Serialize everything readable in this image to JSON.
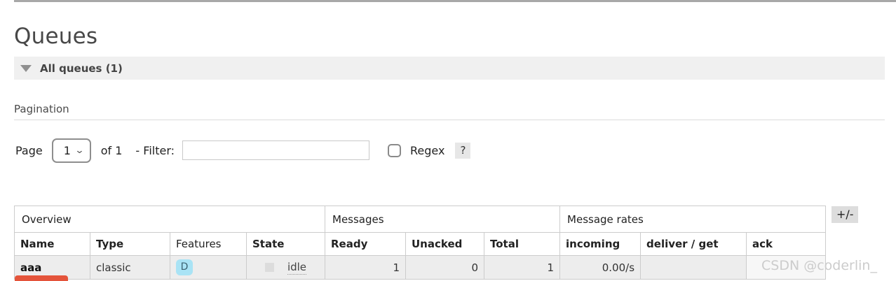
{
  "page": {
    "title": "Queues"
  },
  "section": {
    "label": "All queues (1)",
    "toggle_icon": "triangle-down"
  },
  "pagination": {
    "heading": "Pagination",
    "page_label": "Page",
    "page_value": "1",
    "of_label": "of 1",
    "filter_label": "- Filter:",
    "filter_value": "",
    "regex_label": "Regex",
    "regex_checked": false,
    "help_label": "?"
  },
  "table": {
    "groups": [
      {
        "label": "Overview"
      },
      {
        "label": "Messages"
      },
      {
        "label": "Message rates"
      }
    ],
    "columns": [
      "Name",
      "Type",
      "Features",
      "State",
      "Ready",
      "Unacked",
      "Total",
      "incoming",
      "deliver / get",
      "ack"
    ],
    "rows": [
      {
        "name": "aaa",
        "type": "classic",
        "features_badge": "D",
        "state": "idle",
        "ready": "1",
        "unacked": "0",
        "total": "1",
        "incoming": "0.00/s",
        "deliver_get": "",
        "ack": ""
      }
    ]
  },
  "column_selector": {
    "label": "+/-"
  },
  "watermark": {
    "text": "CSDN @coderlin_"
  },
  "colors": {
    "section_bar_bg": "#f0f0f0",
    "row_bg": "#ededed",
    "feature_badge_bg": "#a9e3f5",
    "red_bar": "#e4543b",
    "top_rule": "#a8a8a8",
    "border": "#cccccc"
  }
}
